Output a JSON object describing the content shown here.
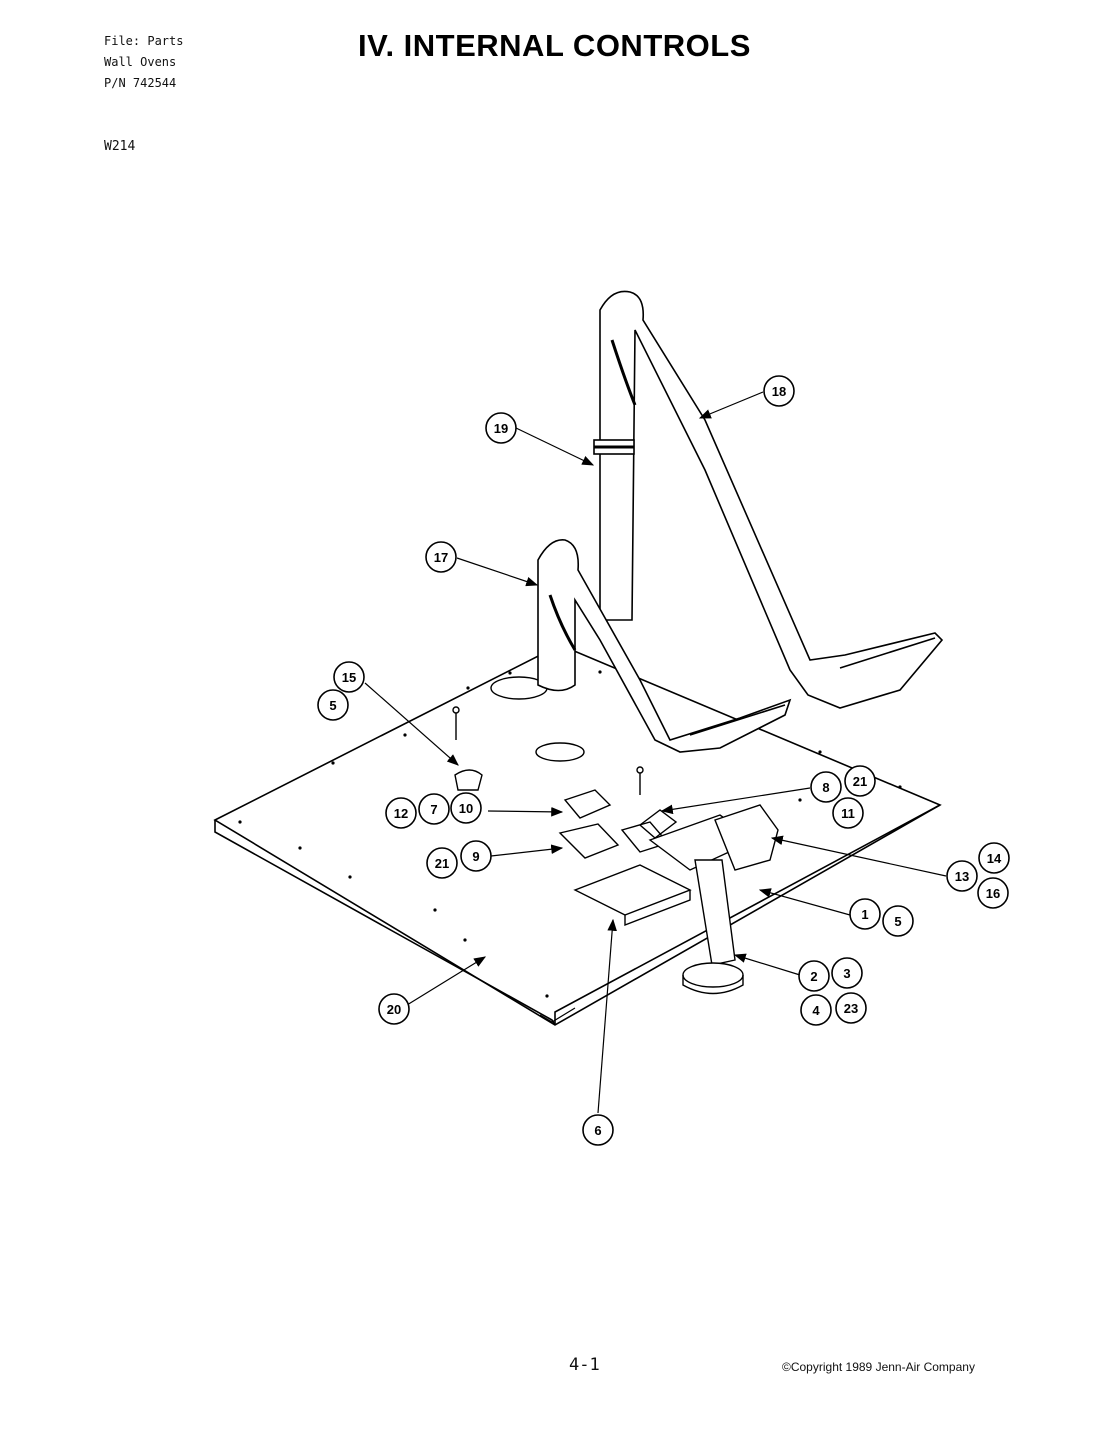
{
  "header": {
    "file_line": "File: Parts",
    "product_line": "Wall Ovens",
    "pn_line": "P/N 742544",
    "model": "W214"
  },
  "title": "IV. INTERNAL CONTROLS",
  "footer": {
    "page_number": "4-1",
    "copyright": "©Copyright 1989 Jenn-Air Company"
  },
  "callouts": [
    "18",
    "19",
    "17",
    "15",
    "5",
    "8",
    "21",
    "11",
    "12",
    "7",
    "10",
    "21",
    "9",
    "14",
    "13",
    "16",
    "1",
    "5",
    "2",
    "3",
    "4",
    "23",
    "20",
    "6"
  ]
}
